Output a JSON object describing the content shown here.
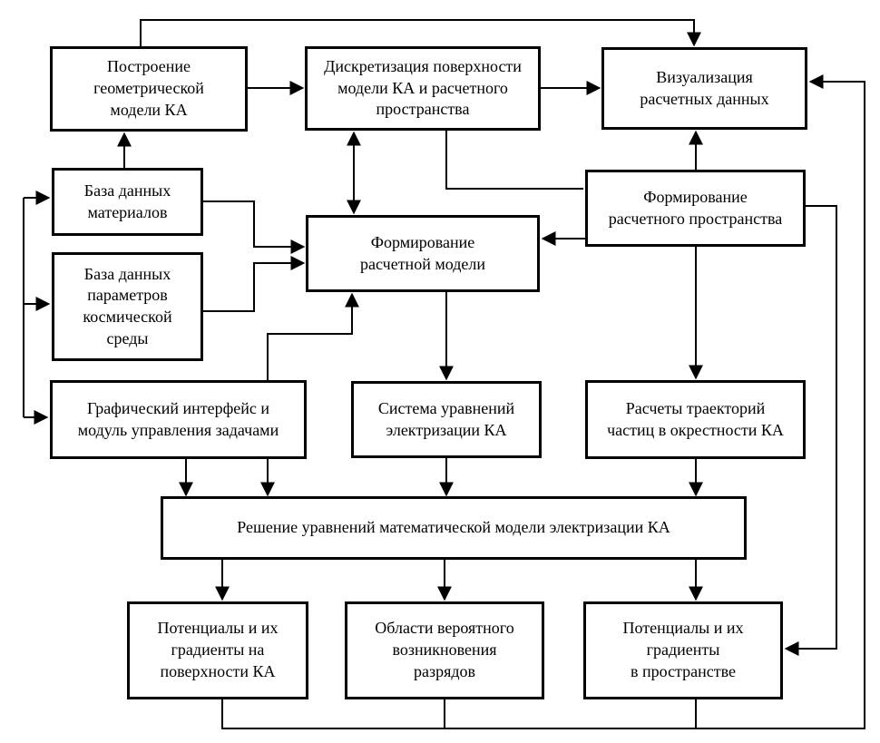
{
  "diagram": {
    "description": "Flowchart of spacecraft (KA) electrization modelling software structure",
    "colors": {
      "line": "#000000",
      "background": "#ffffff",
      "text": "#000000"
    },
    "boxes": [
      {
        "id": "build-geometric-model",
        "label": "Построение\nгеометрической\nмодели КА"
      },
      {
        "id": "discretize-surface",
        "label": "Дискретизация поверхности\nмодели КА и расчетного\nпространства"
      },
      {
        "id": "visualize-data",
        "label": "Визуализация\nрасчетных данных"
      },
      {
        "id": "materials-db",
        "label": "База данных\nматериалов"
      },
      {
        "id": "form-comp-space",
        "label": "Формирование\nрасчетного пространства"
      },
      {
        "id": "form-comp-model",
        "label": "Формирование\nрасчетной модели"
      },
      {
        "id": "space-env-db",
        "label": "База данных\nпараметров\nкосмической\nсреды"
      },
      {
        "id": "gui-task-manager",
        "label": "Графический интерфейс и\nмодуль управления задачами"
      },
      {
        "id": "charging-equations",
        "label": "Система уравнений\nэлектризации КА"
      },
      {
        "id": "particle-trajectories",
        "label": "Расчеты траекторий\nчастиц в окрестности КА"
      },
      {
        "id": "solve-equations",
        "label": "Решение уравнений математической модели электризации КА"
      },
      {
        "id": "surface-potentials",
        "label": "Потенциалы и их\nградиенты на\nповерхности КА"
      },
      {
        "id": "discharge-areas",
        "label": "Области вероятного\nвозникновения\nразрядов"
      },
      {
        "id": "space-potentials",
        "label": "Потенциалы и их\nградиенты\nв пространстве"
      }
    ],
    "edges": [
      "build-geometric-model -> visualize-data (top route)",
      "build-geometric-model -> discretize-surface",
      "discretize-surface -> visualize-data",
      "materials-db -> build-geometric-model",
      "discretize-surface <-> form-comp-model (double arrow)",
      "discretize-surface - form-comp-space (plain line)",
      "form-comp-space -> visualize-data",
      "form-comp-space -> form-comp-model",
      "form-comp-space -> particle-trajectories",
      "form-comp-space -> space-potentials (right route)",
      "materials-db -> form-comp-model",
      "space-env-db -> form-comp-model",
      "left-trunk -> materials-db",
      "left-trunk -> space-env-db",
      "left-trunk -> gui-task-manager",
      "gui-task-manager -> form-comp-model",
      "gui-task-manager -> solve-equations (two drops)",
      "form-comp-model -> charging-equations",
      "charging-equations -> solve-equations",
      "particle-trajectories -> solve-equations",
      "solve-equations -> surface-potentials",
      "solve-equations -> discharge-areas",
      "solve-equations -> space-potentials",
      "surface-potentials / discharge-areas / space-potentials -> visualize-data (bottom feedback route)"
    ]
  }
}
